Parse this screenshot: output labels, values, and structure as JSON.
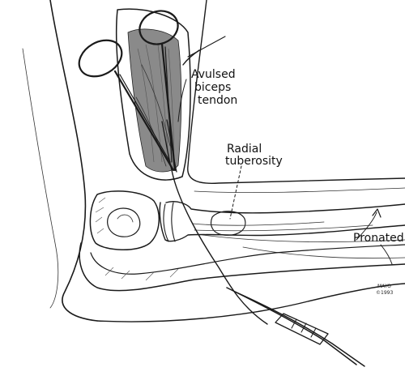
{
  "labels": {
    "avulsed_line1": "Avulsed",
    "avulsed_line2": "biceps",
    "avulsed_line3": "tendon",
    "radial_line1": "Radial",
    "radial_line2": "tuberosity",
    "pronated": "Pronated",
    "signature_line1": "MAYO",
    "signature_line2": "©1993"
  },
  "colors": {
    "ink": "#1a1a1a",
    "background": "#ffffff",
    "wound": "#6b6b6b"
  }
}
